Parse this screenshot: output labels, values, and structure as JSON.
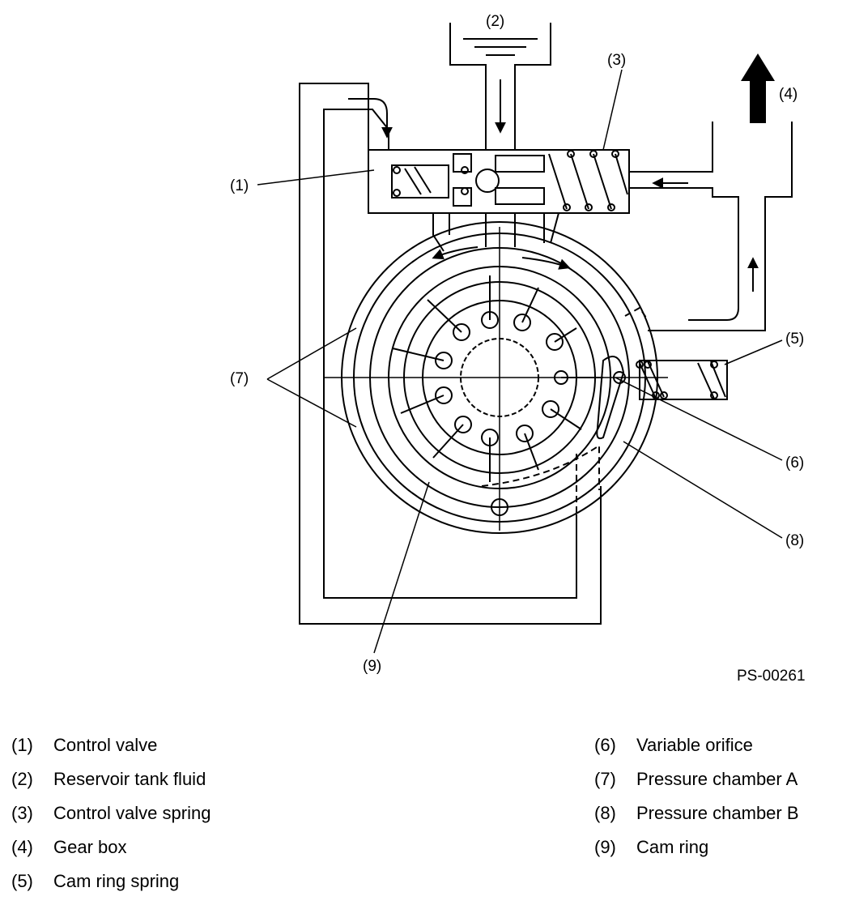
{
  "figure_id": "PS-00261",
  "callouts": [
    "(1)",
    "(2)",
    "(3)",
    "(4)",
    "(5)",
    "(6)",
    "(7)",
    "(8)",
    "(9)"
  ],
  "legend": {
    "left": [
      {
        "num": "(1)",
        "text": "Control valve"
      },
      {
        "num": "(2)",
        "text": "Reservoir tank fluid"
      },
      {
        "num": "(3)",
        "text": "Control valve spring"
      },
      {
        "num": "(4)",
        "text": "Gear box"
      },
      {
        "num": "(5)",
        "text": "Cam ring spring"
      }
    ],
    "right": [
      {
        "num": "(6)",
        "text": "Variable orifice"
      },
      {
        "num": "(7)",
        "text": "Pressure chamber A"
      },
      {
        "num": "(8)",
        "text": "Pressure chamber B"
      },
      {
        "num": "(9)",
        "text": "Cam ring"
      }
    ]
  }
}
